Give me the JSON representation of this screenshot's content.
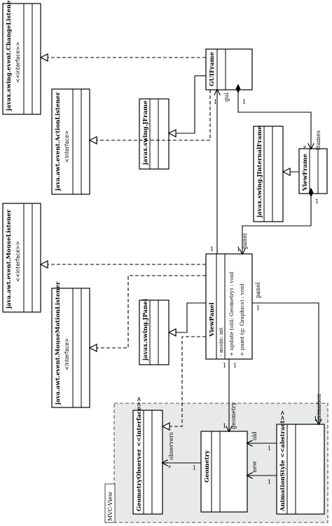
{
  "package": {
    "label": "MVC-View"
  },
  "classes": {
    "change_listener": {
      "name": "javax.swing.event.ChangeListener",
      "stereotype": "<<interface>>"
    },
    "action_listener": {
      "name": "java.awt.event.ActionListener",
      "stereotype": "<interface>"
    },
    "mouse_listener": {
      "name": "java.awt.event.MouseListener",
      "stereotype": "<<interface>>"
    },
    "mouse_motion_listener": {
      "name": "java.awt.event.MouseMotionListener",
      "stereotype": "<interface>"
    },
    "jframe": {
      "name": "javax.swing.JFrame"
    },
    "jinternal_frame": {
      "name": "javax.swing.JInternalFrame"
    },
    "jpanel": {
      "name": "javax.swing.JPanel"
    },
    "gui_frame": {
      "name": "GUIFrame"
    },
    "view_frame": {
      "name": "ViewFrame"
    },
    "view_panel": {
      "name": "ViewPanel",
      "attributes": [
        "- mode: int"
      ],
      "operations": [
        "+ update (old: Geometry) : void",
        "+ paint (g: Graphics) : void"
      ]
    },
    "geometry_observer": {
      "name": "GeometryObserver <<interface>>"
    },
    "geometry": {
      "name": "Geometry"
    },
    "animation_style": {
      "name": "AnimationStyle <<abstract>>"
    }
  },
  "labels": {
    "gui": "gui",
    "frames": "frames",
    "panel_top": "panel",
    "panel_right": "panel",
    "geometry_role": "geometry",
    "animation": "animation",
    "observers": "observers",
    "new": "new",
    "old": "old",
    "mult_1a": "1",
    "mult_1b": "1",
    "mult_star_frames": "*",
    "mult_1c": "1",
    "mult_1d": "1",
    "mult_1e": "1",
    "mult_1f": "1",
    "mult_1g": "1",
    "mult_1h": "1",
    "mult_1i": "1",
    "mult_1j": "1",
    "mult_1k": "1",
    "mult_star_obs": "*",
    "mult_1l": "1",
    "mult_1m": "1"
  }
}
